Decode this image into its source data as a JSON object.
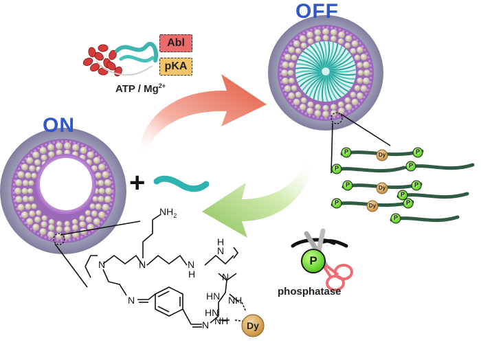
{
  "states": {
    "on": "ON",
    "off": "OFF"
  },
  "kinases": {
    "abl": "Abl",
    "pka": "pKA",
    "cofactor_base": "ATP / Mg",
    "cofactor_charge": "2+"
  },
  "operator": "+",
  "enzyme": {
    "phosphatase": "phosphatase",
    "phospho_symbol": "P"
  },
  "chemistry": {
    "amine": "NH",
    "amine_sub": "2",
    "nh": "NH",
    "hn": "H",
    "guanidine_hn1": "HN",
    "guanidine_hn2": "HN",
    "guanidine_nh": "NH",
    "dy": "Dy"
  },
  "peptide_chain": {
    "phospho": "P",
    "metal": "Dy"
  },
  "colors": {
    "title_blue": "#2f57c9",
    "abl_red": "#e96b6b",
    "pka_yellow": "#f3c46a",
    "phospho_green": "#7ee23a",
    "dy_gold": "#d7a75a",
    "peptide_green": "#2f5b44",
    "vesicle_outer": "#8b8aa8",
    "vesicle_inner": "#b77ad0"
  }
}
